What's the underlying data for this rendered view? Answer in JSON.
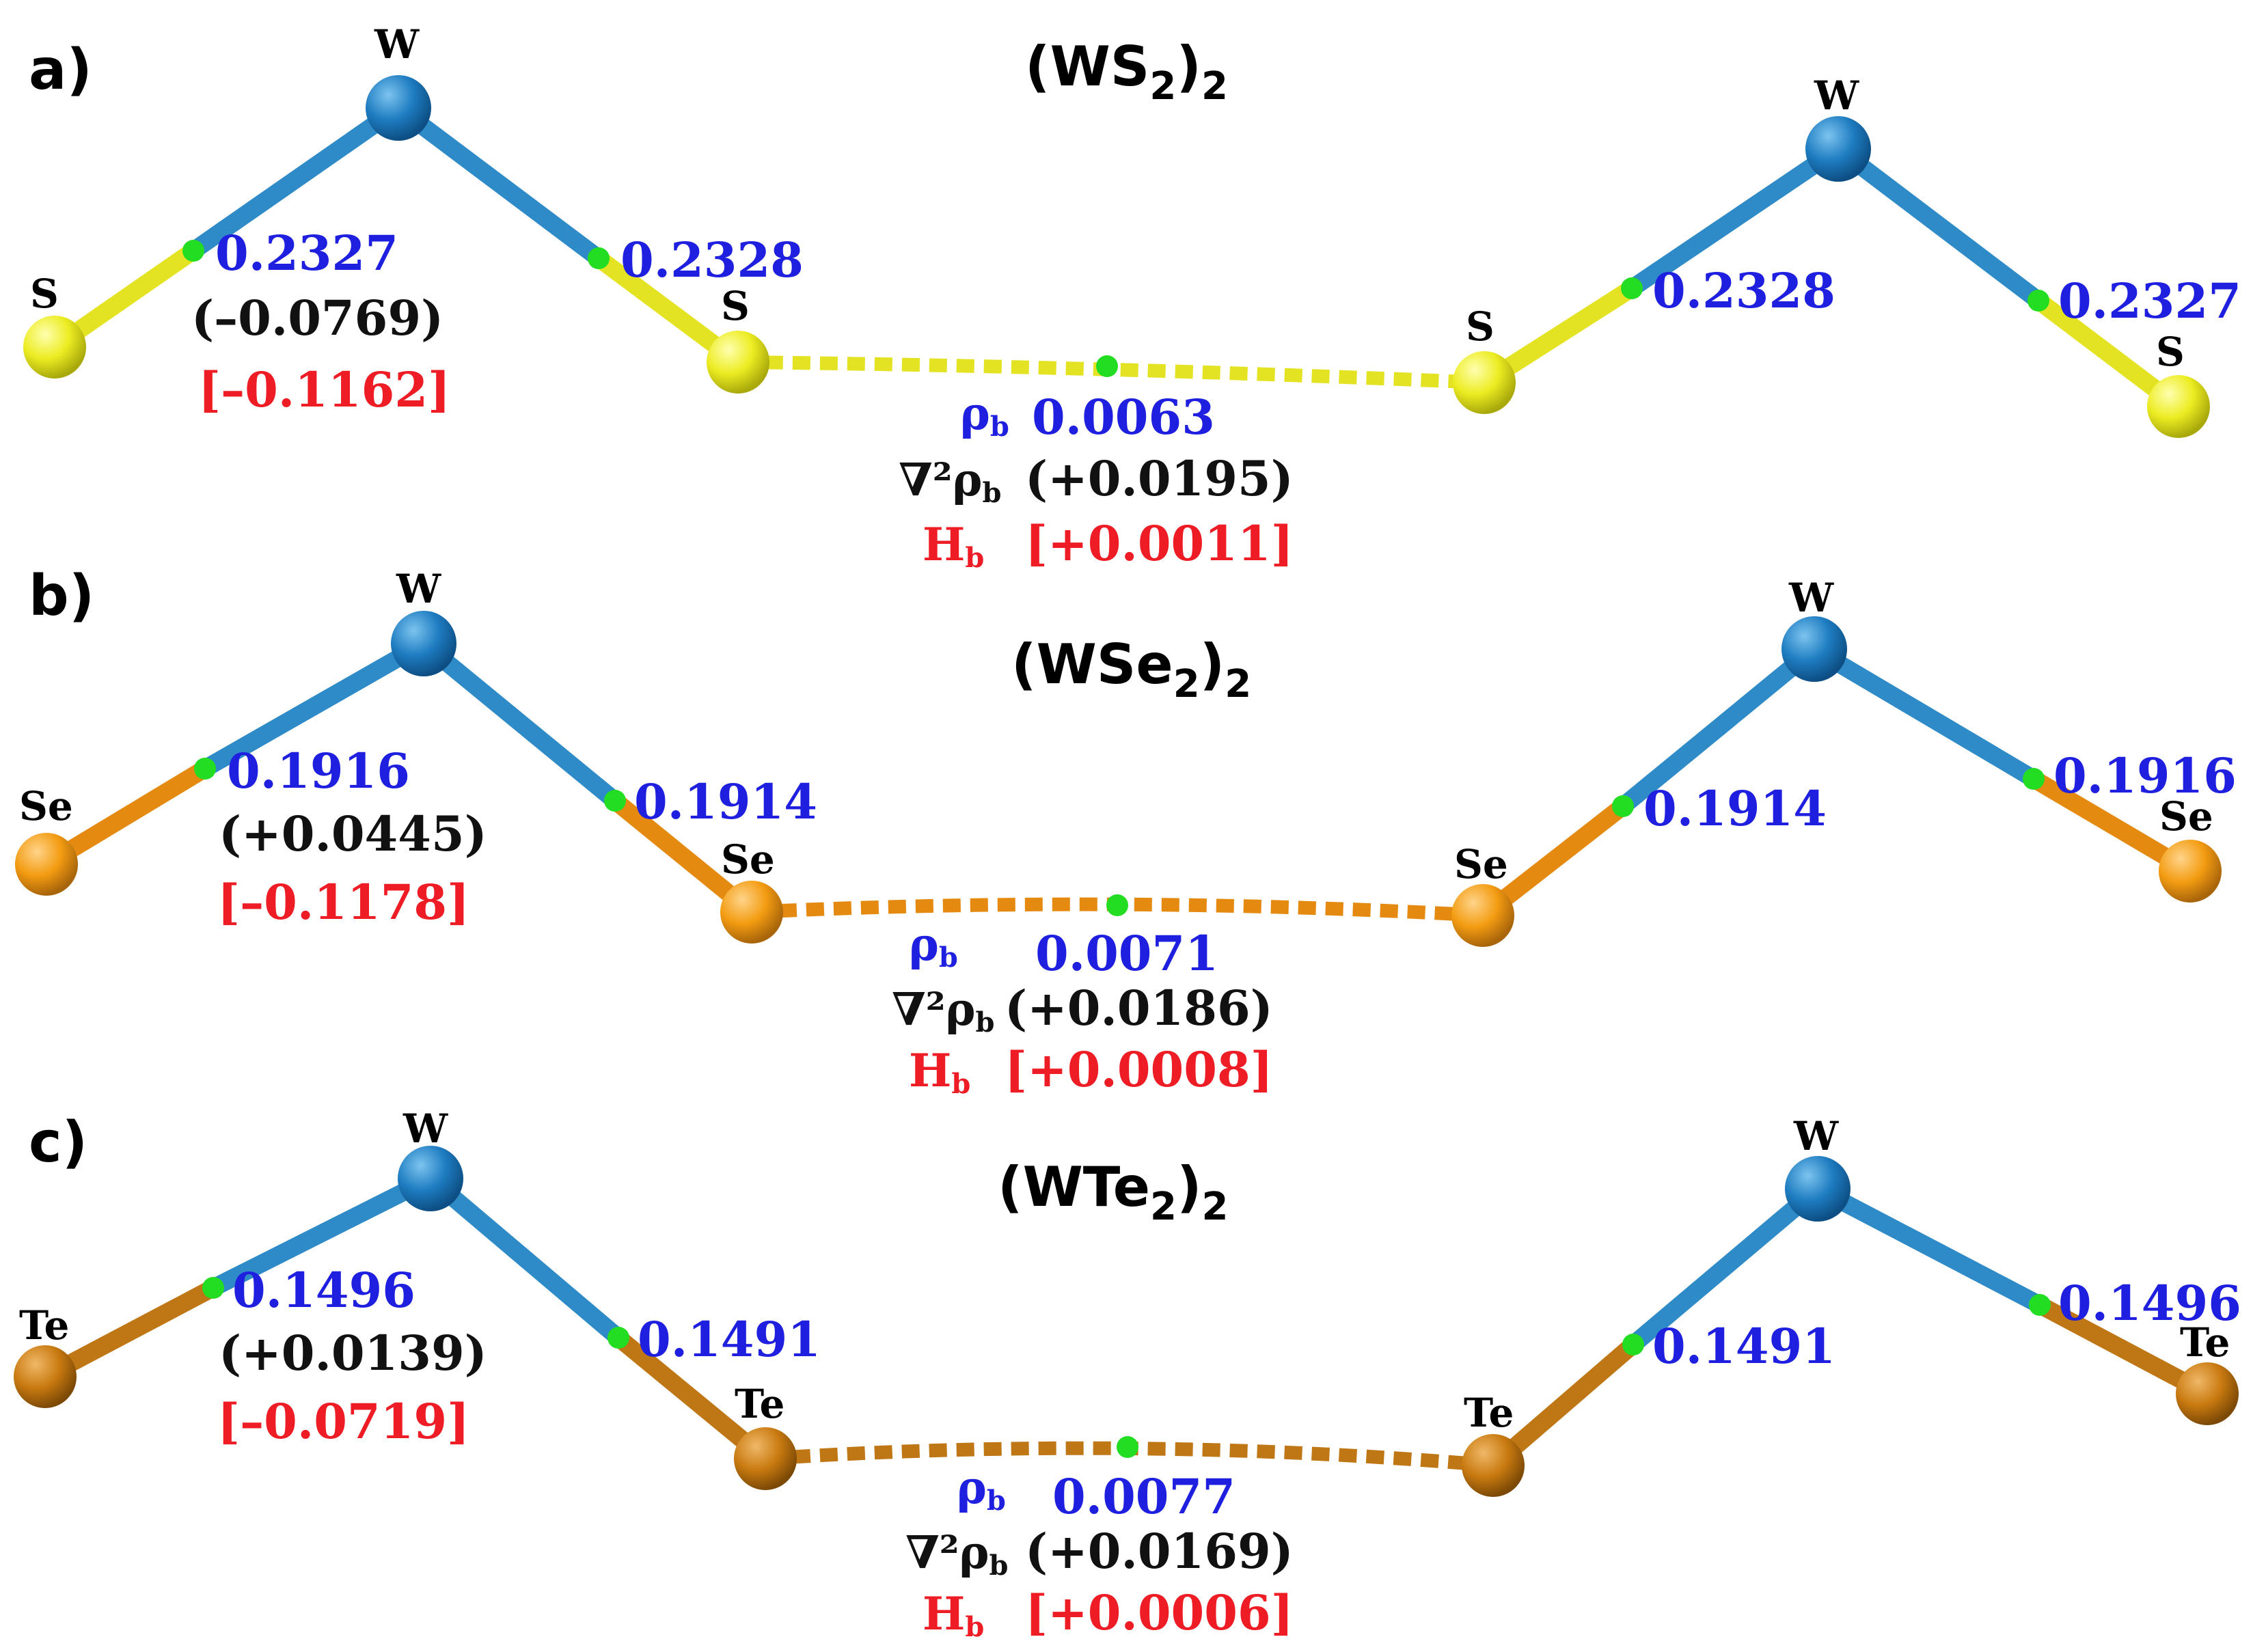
{
  "colors": {
    "w_bond": "#2e8bc7",
    "w_atom": "#1e7cc0",
    "critical_point": "#22dd22",
    "density_blue": "#1f1fe0",
    "laplacian_black": "#111111",
    "energy_red": "#ee1c24"
  },
  "symbols": {
    "rho": "ρ",
    "sub_b": "b",
    "laplacian": "∇²ρ",
    "H": "H"
  },
  "panels": [
    {
      "letter": "a)",
      "formula_main": "(WS",
      "formula_sub1": "2",
      "formula_close": ")",
      "formula_sub2": "2",
      "chalcogen": "S",
      "metal": "W",
      "chalcogen_color": "#ecec22",
      "bond_color": "#e3e324",
      "left_top_rho": "0.2327",
      "left_top_laplacian": "(–0.0769)",
      "left_top_H": "[–0.1162]",
      "left_right_rho": "0.2328",
      "right_left_rho": "0.2328",
      "right_right_rho": "0.2327",
      "interaction_rho": "0.0063",
      "interaction_laplacian": "(+0.0195)",
      "interaction_H": "[+0.0011]"
    },
    {
      "letter": "b)",
      "formula_main": "(WSe",
      "formula_sub1": "2",
      "formula_close": ")",
      "formula_sub2": "2",
      "chalcogen": "Se",
      "metal": "W",
      "chalcogen_color": "#f39c12",
      "bond_color": "#e48a10",
      "left_top_rho": "0.1916",
      "left_top_laplacian": "(+0.0445)",
      "left_top_H": "[–0.1178]",
      "left_right_rho": "0.1914",
      "right_left_rho": "0.1914",
      "right_right_rho": "0.1916",
      "interaction_rho": "0.0071",
      "interaction_laplacian": "(+0.0186)",
      "interaction_H": "[+0.0008]"
    },
    {
      "letter": "c)",
      "formula_main": "(WTe",
      "formula_sub1": "2",
      "formula_close": ")",
      "formula_sub2": "2",
      "chalcogen": "Te",
      "metal": "W",
      "chalcogen_color": "#c97a10",
      "bond_color": "#bf7614",
      "left_top_rho": "0.1496",
      "left_top_laplacian": "(+0.0139)",
      "left_top_H": "[–0.0719]",
      "left_right_rho": "0.1491",
      "right_left_rho": "0.1491",
      "right_right_rho": "0.1496",
      "interaction_rho": "0.0077",
      "interaction_laplacian": "(+0.0169)",
      "interaction_H": "[+0.0006]"
    }
  ]
}
